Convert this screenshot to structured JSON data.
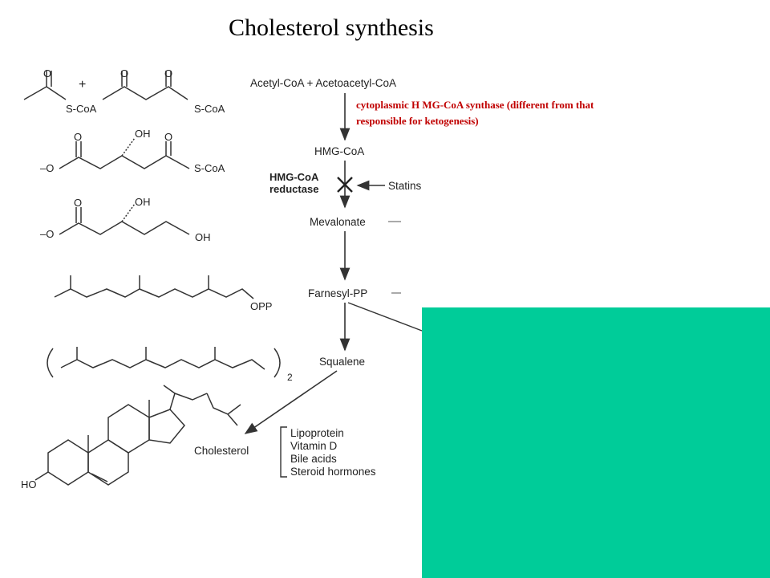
{
  "title": "Cholesterol synthesis",
  "note": {
    "line1": "cytoplasmic  H MG-CoA  synthase (different from that",
    "line2": "responsible for ketogenesis)"
  },
  "pathway": {
    "start": "Acetyl-CoA + Acetoacetyl-CoA",
    "hmgcoa": "HMG-CoA",
    "enzyme_line1": "HMG-CoA",
    "enzyme_line2": "reductase",
    "inhibitor": "Statins",
    "mevalonate": "Mevalonate",
    "farnesyl": "Farnesyl-PP",
    "squalene": "Squalene",
    "cholesterol": "Cholesterol",
    "products": [
      "Lipoprotein",
      "Vitamin D",
      "Bile acids",
      "Steroid hormones"
    ]
  },
  "structures": {
    "scoa": "S-CoA",
    "oh": "OH",
    "o_minus": "–O",
    "opp": "OPP",
    "subscript_two": "2",
    "ho": "HO"
  },
  "colors": {
    "note_text": "#c00000",
    "overlay": "#00cc99"
  }
}
